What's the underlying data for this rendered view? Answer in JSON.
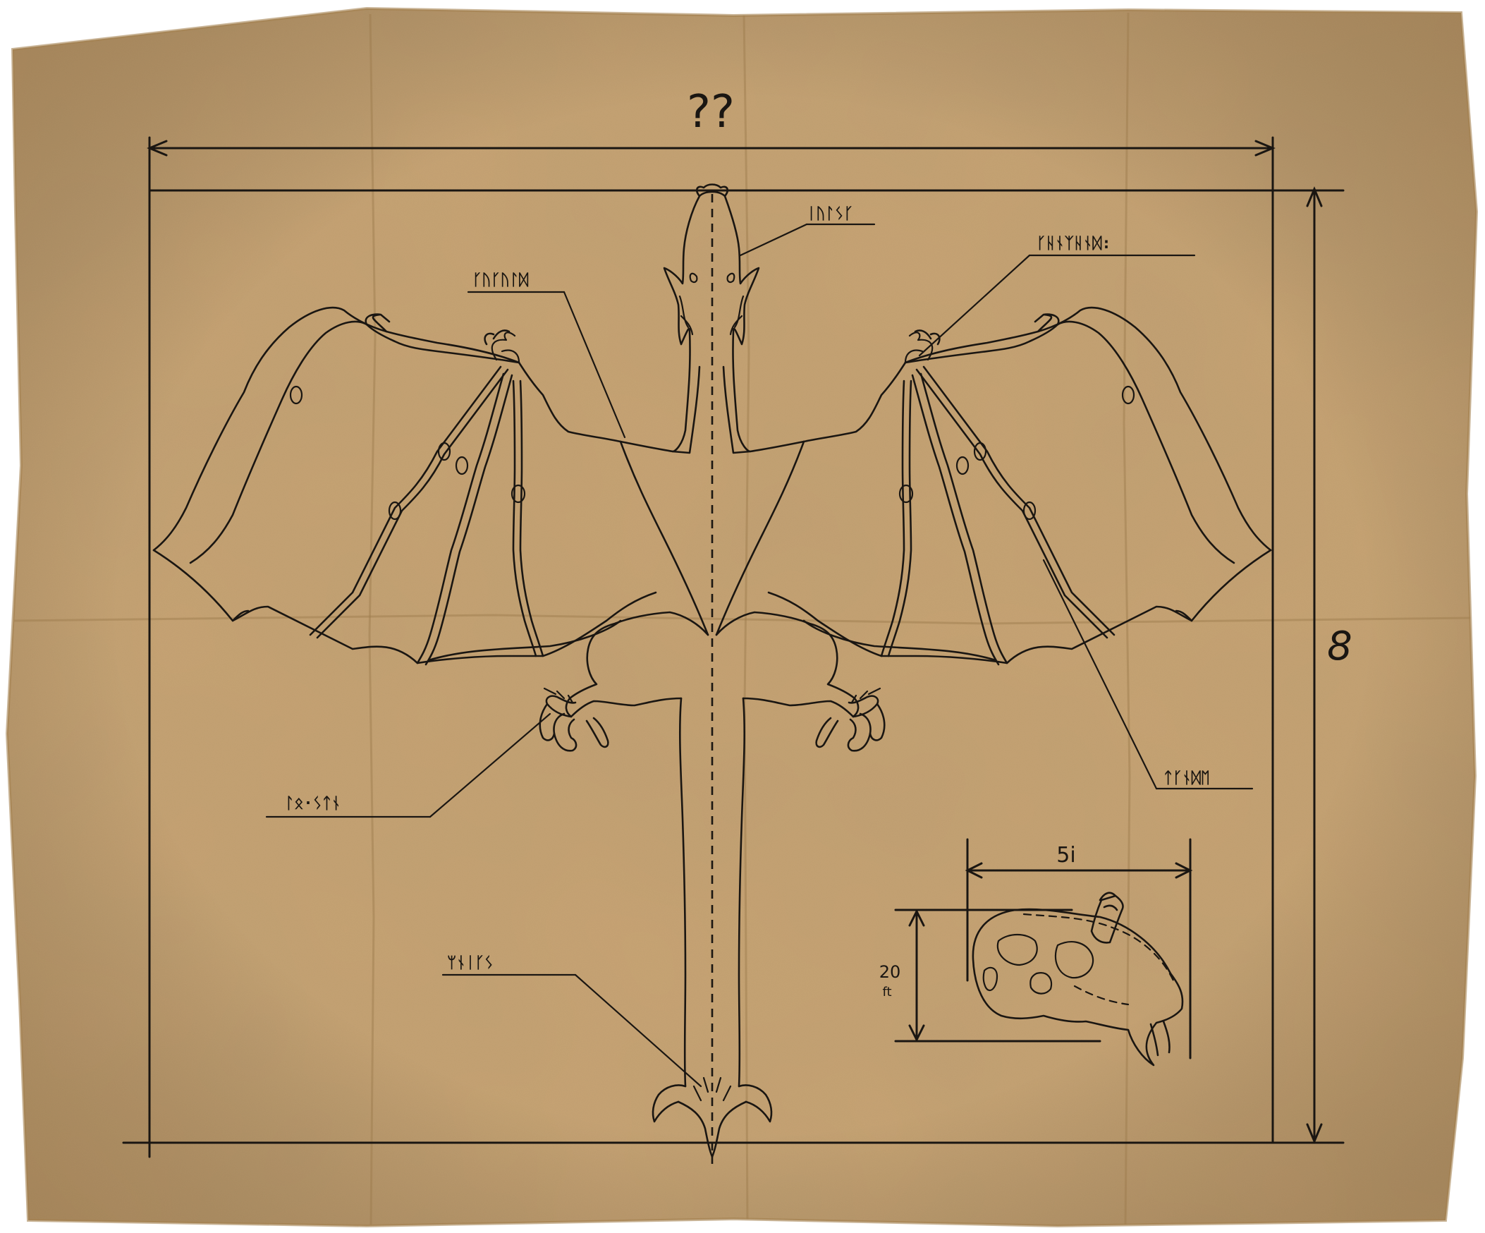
{
  "paper": {
    "color": "#c9a474",
    "edge_color": "#b58f5d",
    "ink_color": "#1a1612"
  },
  "dimensions": {
    "wingspan_label": "??",
    "height_label": "8",
    "skull_length_label": "5i",
    "skull_height_value": "20",
    "skull_height_unit": "ft"
  },
  "labels": {
    "head": "ᛁᚢᛚᛊᚴ",
    "shoulder": "ᚴᚢᚴᚢᛚᛞ",
    "wing_claw": "ᚴᚺᚾᛉᚺᚾᛞ:",
    "membrane": "ᛏᚴᚾᛞᛖ",
    "hind_claw": "ᛚᛟ·ᛊᛏᚾ",
    "tail_spike": "ᛘᚾᛁᚴᛊ"
  }
}
